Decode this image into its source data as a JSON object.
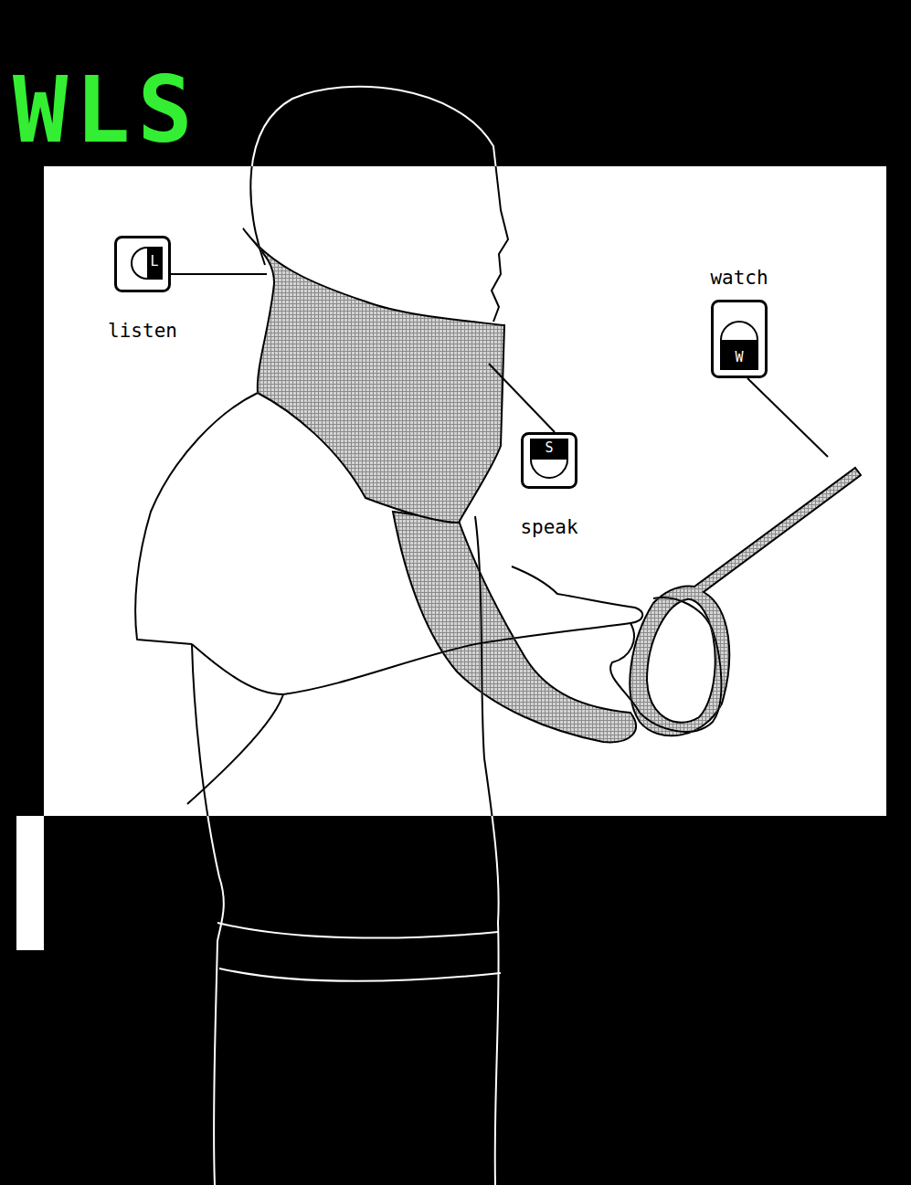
{
  "diagram": {
    "title": "WLS",
    "nodes": [
      {
        "text": [
          "L",
          "listen"
        ]
      },
      {
        "text": [
          "watch",
          "W"
        ]
      },
      {
        "text": [
          "S",
          "speak"
        ]
      }
    ]
  }
}
